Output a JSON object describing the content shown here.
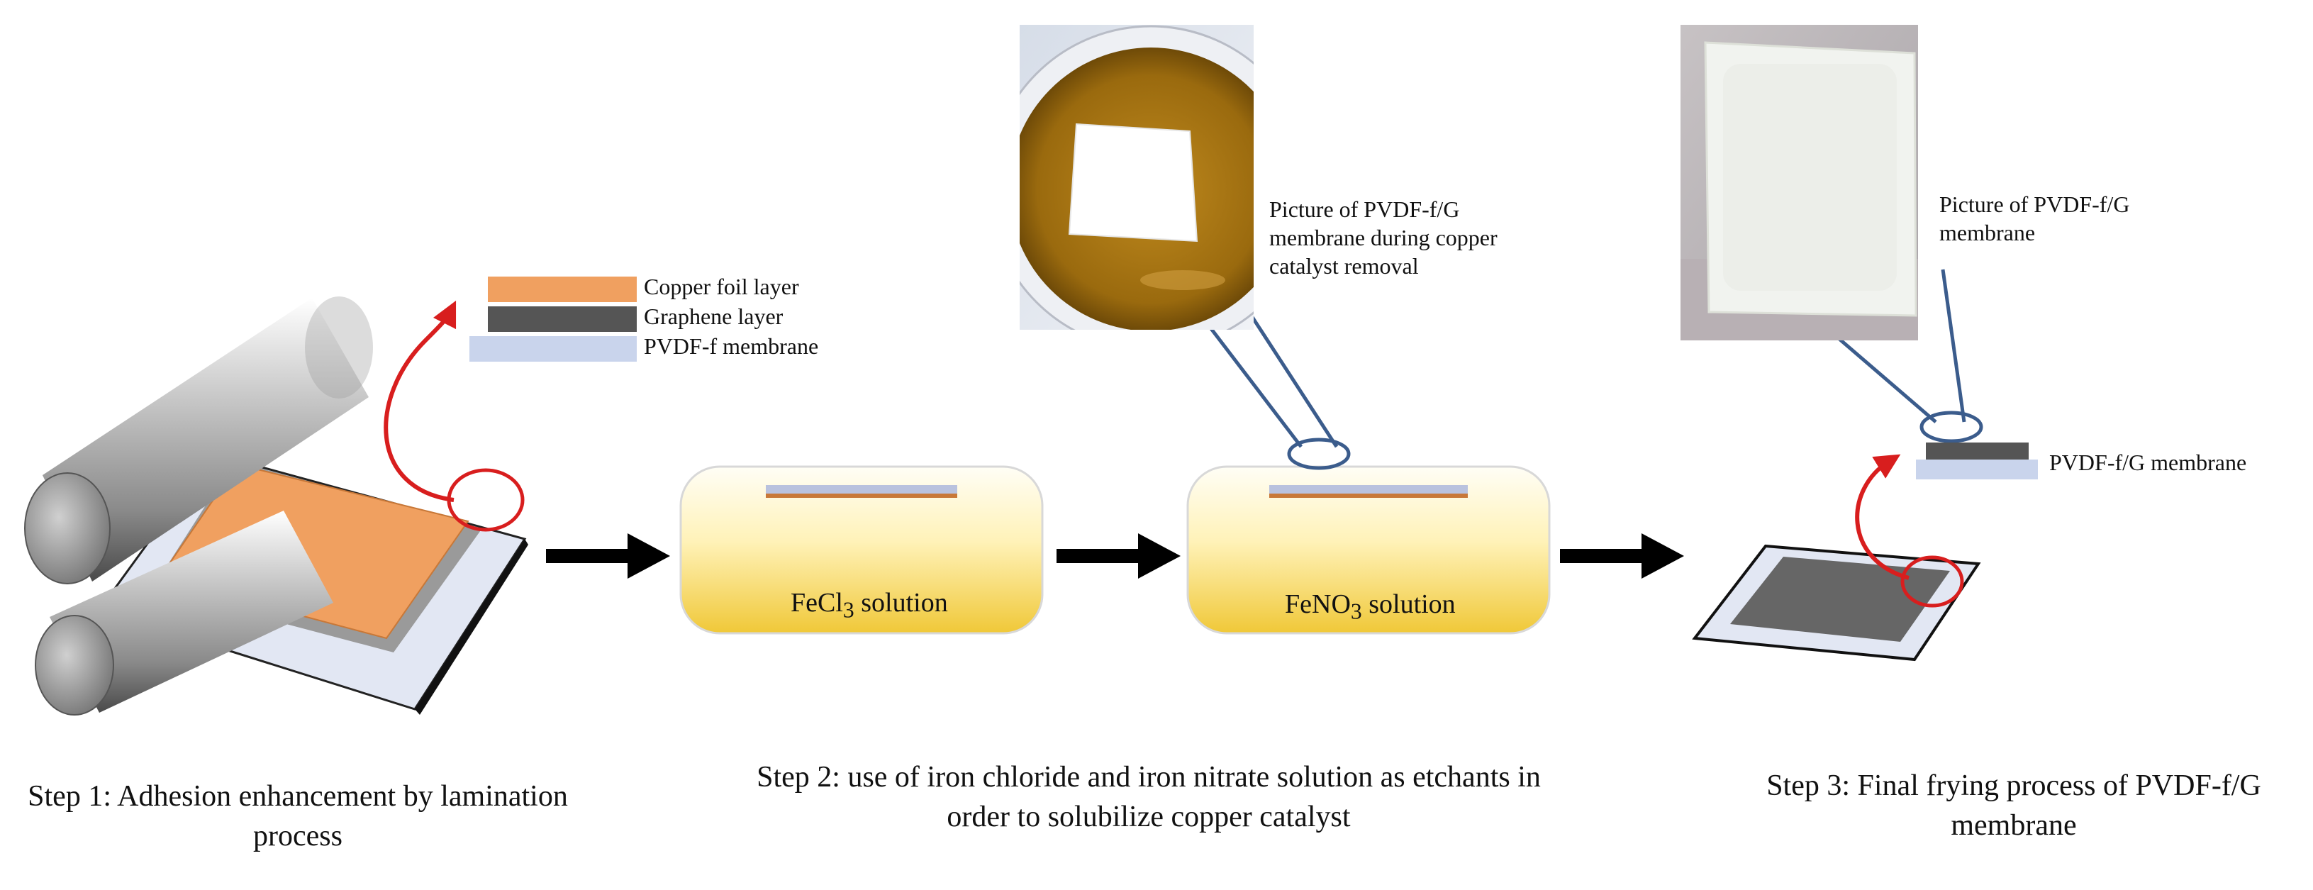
{
  "layer_stack": {
    "copper_label": "Copper foil layer",
    "graphene_label": "Graphene layer",
    "membrane_label": "PVDF-f membrane"
  },
  "baths": {
    "fecl3": {
      "prefix": "FeCl",
      "subscript": "3",
      "suffix": " solution"
    },
    "feno3": {
      "prefix": "FeNO",
      "subscript": "3",
      "suffix": " solution"
    }
  },
  "photos": {
    "during_removal_caption": "Picture of PVDF-f/G membrane during copper catalyst removal",
    "final_caption": "Picture of PVDF-f/G membrane"
  },
  "final_product_label": "PVDF-f/G membrane",
  "steps": [
    {
      "text": "Step 1: Adhesion enhancement by lamination process"
    },
    {
      "text": "Step 2: use of  iron chloride and iron nitrate solution as etchants  in order to solubilize copper catalyst"
    },
    {
      "text": "Step 3: Final frying process of PVDF-f/G membrane"
    }
  ],
  "colors": {
    "copper": "#f0a060",
    "graphene": "#555555",
    "membrane": "#c9d4ec",
    "solution_gradient_top": "#fffef6",
    "solution_gradient_bottom": "#f0c838",
    "arrow": "#000000",
    "callout_red": "#d81e1e",
    "leader_line": "#3b5c8c"
  }
}
